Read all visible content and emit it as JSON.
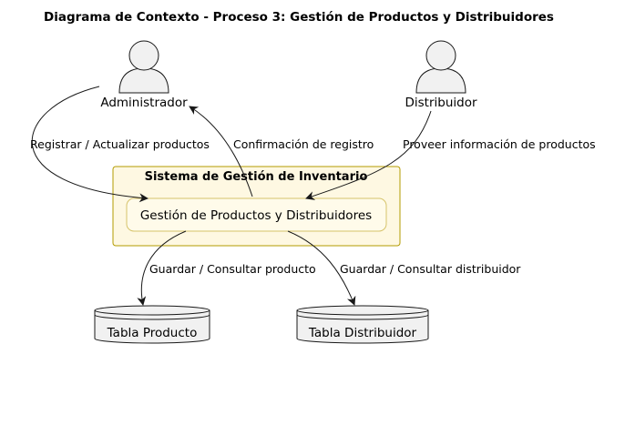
{
  "title": "Diagrama de Contexto - Proceso 3: Gestión de Productos y Distribuidores",
  "actors": {
    "admin": {
      "label": "Administrador"
    },
    "distributor": {
      "label": "Distribuidor"
    }
  },
  "system": {
    "title": "Sistema de Gestión de Inventario",
    "process": "Gestión de Productos y Distribuidores"
  },
  "databases": {
    "products": {
      "label": "Tabla Producto"
    },
    "distributors": {
      "label": "Tabla Distribuidor"
    }
  },
  "flows": {
    "admin_to_process": "Registrar / Actualizar productos",
    "process_to_admin": "Confirmación de registro",
    "distributor_to_process": "Proveer información de productos",
    "process_to_products": "Guardar / Consultar producto",
    "process_to_distributors": "Guardar / Consultar distribuidor"
  },
  "colors": {
    "actor_fill": "#f1f1f1",
    "actor_stroke": "#181818",
    "system_fill": "#fef8e2",
    "system_stroke": "#b39b00",
    "process_fill": "#fffbea",
    "process_stroke": "#d6c36a",
    "db_fill": "#f1f1f1",
    "arrow": "#181818"
  }
}
